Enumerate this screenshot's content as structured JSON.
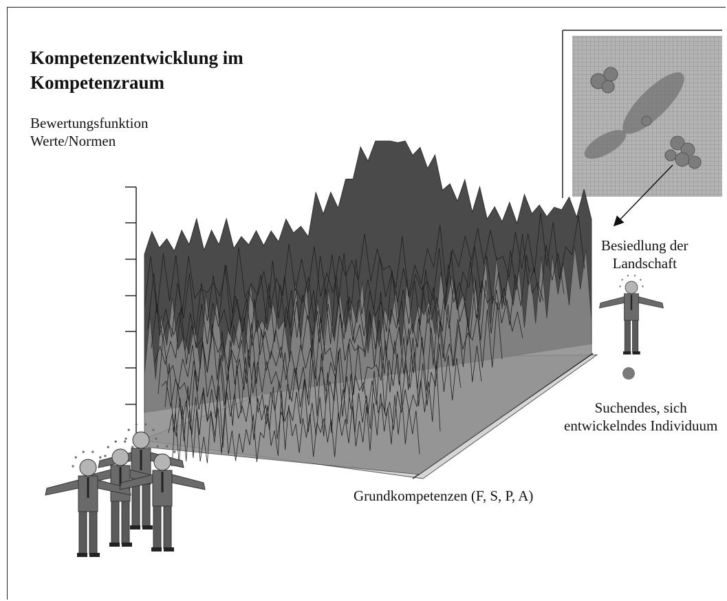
{
  "title_line1": "Kompetenzentwicklung im",
  "title_line2": "Kompetenzraum",
  "y_axis_label_line1": "Bewertungsfunktion",
  "y_axis_label_line2": "Werte/Normen",
  "settlement_label_line1": "Besiedlung der",
  "settlement_label_line2": "Landschaft",
  "individual_label_line1": "Suchendes, sich",
  "individual_label_line2": "entwickelndes Individuum",
  "x_axis_label": "Grundkompetenzen (F, S, P, A)",
  "colors": {
    "ink": "#111111",
    "surface_dark": "#4a4a4a",
    "surface_mid": "#8a8a8a",
    "base_plane": "#d6d6d6",
    "inset_texture": "#9a9a9a"
  }
}
